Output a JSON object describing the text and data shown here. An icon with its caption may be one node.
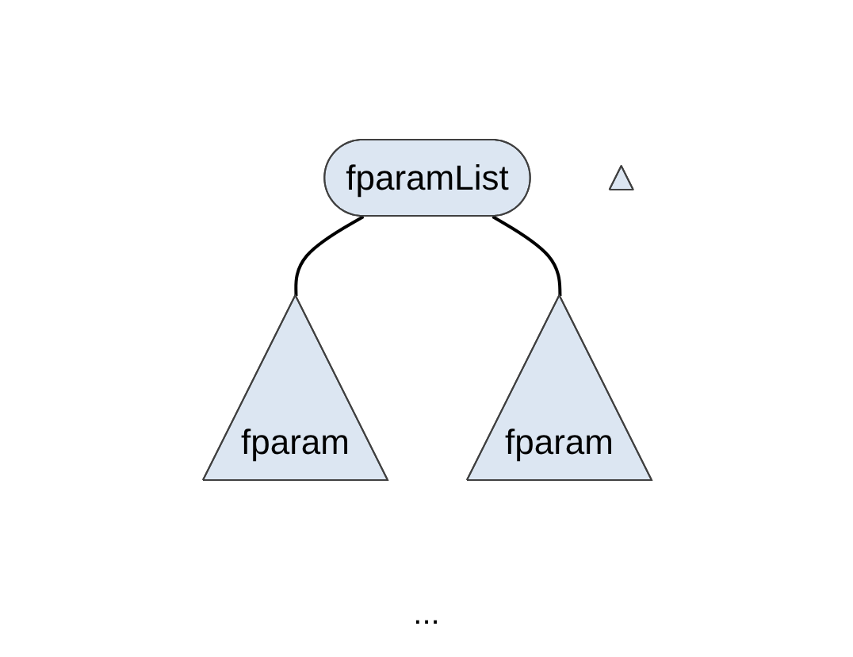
{
  "diagram": {
    "nodes": [
      {
        "text": [
          "fparamList"
        ]
      },
      {
        "text": [],
        "shape": "triangle"
      },
      {
        "text": [
          "fparam"
        ]
      },
      {
        "text": [
          "fparam"
        ]
      }
    ],
    "edges": [
      {
        "from": 0,
        "to": 2,
        "arrow": "none"
      },
      {
        "from": 0,
        "to": 3,
        "arrow": "none"
      }
    ],
    "labels": [
      "..."
    ]
  }
}
